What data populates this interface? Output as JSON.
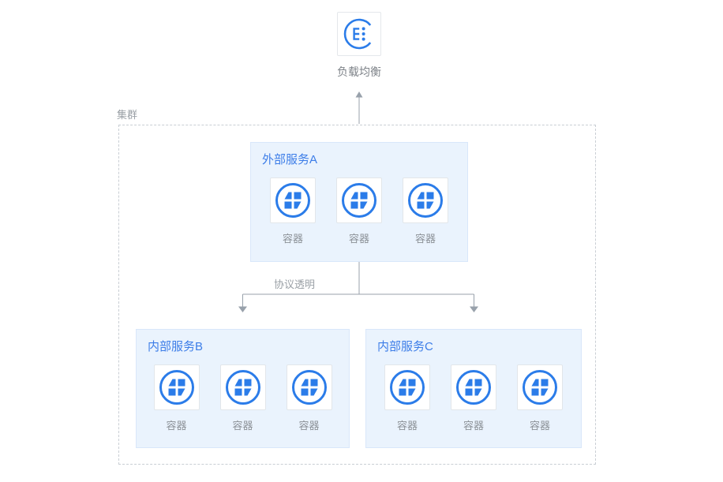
{
  "load_balancer": {
    "label": "负载均衡",
    "icon": "load-balancer-icon"
  },
  "cluster": {
    "label": "集群"
  },
  "connector": {
    "protocol_label": "协议透明"
  },
  "services": [
    {
      "title": "外部服务A",
      "type": "external",
      "containers": [
        {
          "label": "容器"
        },
        {
          "label": "容器"
        },
        {
          "label": "容器"
        }
      ]
    },
    {
      "title": "内部服务B",
      "type": "internal",
      "containers": [
        {
          "label": "容器"
        },
        {
          "label": "容器"
        },
        {
          "label": "容器"
        }
      ]
    },
    {
      "title": "内部服务C",
      "type": "internal",
      "containers": [
        {
          "label": "容器"
        },
        {
          "label": "容器"
        },
        {
          "label": "容器"
        }
      ]
    }
  ],
  "colors": {
    "icon_blue": "#2b7ce9",
    "title_blue": "#3c7de8",
    "service_bg": "#eaf3fd",
    "service_border": "#d9e7fa",
    "card_border": "#e2e6ea",
    "cluster_dash": "#c9ced4",
    "arrow_gray": "#98a1ab",
    "text_gray": "#8b9096",
    "label_gray": "#9aa0a6",
    "lb_text_gray": "#7e8389"
  }
}
